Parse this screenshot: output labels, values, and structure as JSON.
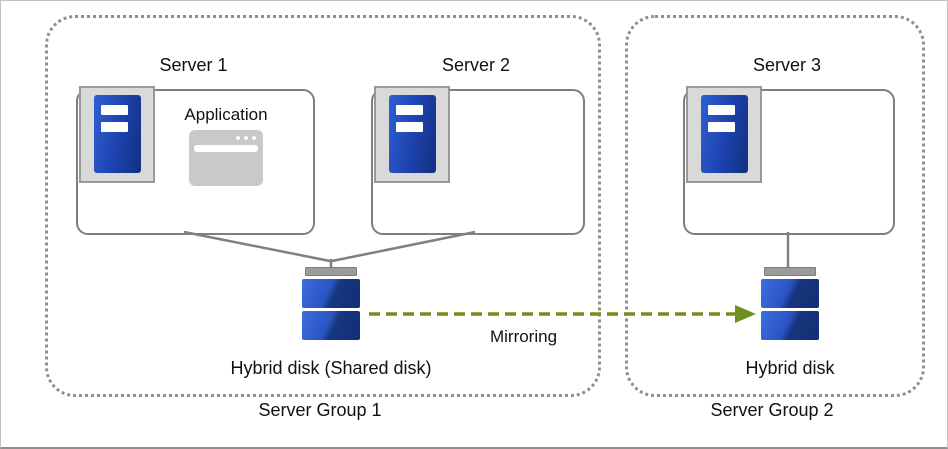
{
  "groups": [
    {
      "label": "Server Group 1"
    },
    {
      "label": "Server Group 2"
    }
  ],
  "servers": [
    {
      "label": "Server 1"
    },
    {
      "label": "Server 2"
    },
    {
      "label": "Server 3"
    }
  ],
  "application": {
    "label": "Application"
  },
  "disks": [
    {
      "label": "Hybrid disk (Shared disk)"
    },
    {
      "label": "Hybrid disk"
    }
  ],
  "mirroring": {
    "label": "Mirroring"
  },
  "colors": {
    "server_blue": "#1c41ab",
    "disk_blue": "#2a55c4",
    "arrow_green": "#6f8f1f",
    "line_gray": "#808080"
  }
}
